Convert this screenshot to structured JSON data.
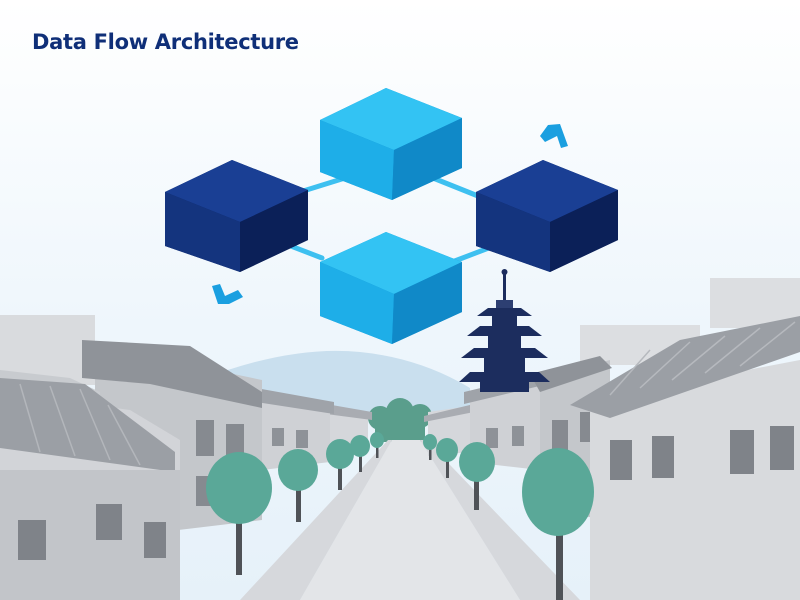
{
  "header": {
    "title": "Data Flow Architecture"
  },
  "colors": {
    "navy": "#103078",
    "sky_blue": "#12aee8",
    "connector": "#3ec0f0",
    "arrow": "#1a9fe0",
    "tree_green": "#5aa898",
    "building_gray": "#c9cbcf"
  },
  "diagram": {
    "nodes": [
      {
        "name": "top-block",
        "color": "sky_blue"
      },
      {
        "name": "left-block",
        "color": "navy"
      },
      {
        "name": "right-block",
        "color": "navy"
      },
      {
        "name": "bottom-block",
        "color": "sky_blue"
      }
    ],
    "connectors": [
      "left-top",
      "top-right",
      "left-bottom",
      "bottom-right"
    ],
    "arrows": [
      "arrow-up-right",
      "arrow-down-left"
    ]
  },
  "background": {
    "scene": "street",
    "landmarks": [
      "pagoda-icon",
      "mountain"
    ],
    "tree_count": 10
  }
}
